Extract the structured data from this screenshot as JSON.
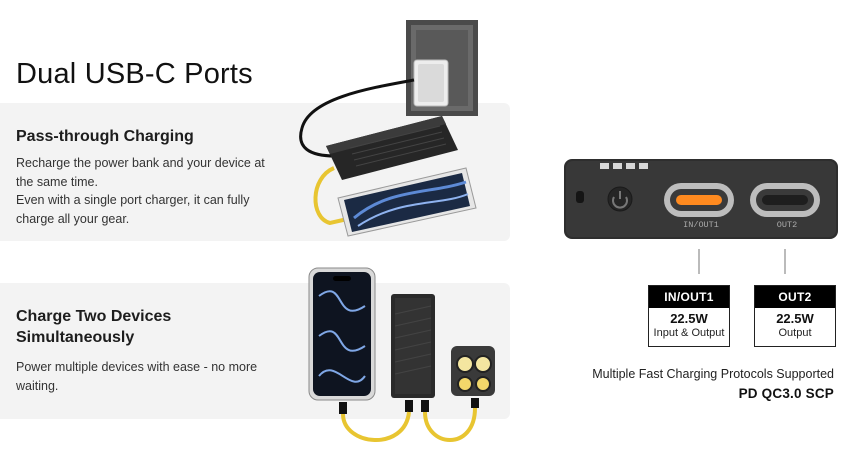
{
  "page": {
    "title": "Dual USB-C Ports"
  },
  "section1": {
    "heading": "Pass-through Charging",
    "body": "Recharge the power bank and your device at the same time.\nEven with a single port charger, it can fully charge all your gear."
  },
  "section2": {
    "heading": "Charge Two Devices Simultaneously",
    "body": "Power multiple devices with ease - no more waiting."
  },
  "ports": [
    {
      "name": "IN/OUT1",
      "label_on_device": "IN/OUT1",
      "power": "22.5W",
      "mode": "Input & Output"
    },
    {
      "name": "OUT2",
      "label_on_device": "OUT2",
      "power": "22.5W",
      "mode": "Output"
    }
  ],
  "protocols": {
    "caption": "Multiple Fast Charging Protocols Supported",
    "list": "PD QC3.0 SCP"
  },
  "colors": {
    "panel_bg": "#f3f3f3",
    "cable_yellow": "#e8c531",
    "port_led_orange": "#ff8a1f",
    "device_dark": "#2e2e2e"
  }
}
